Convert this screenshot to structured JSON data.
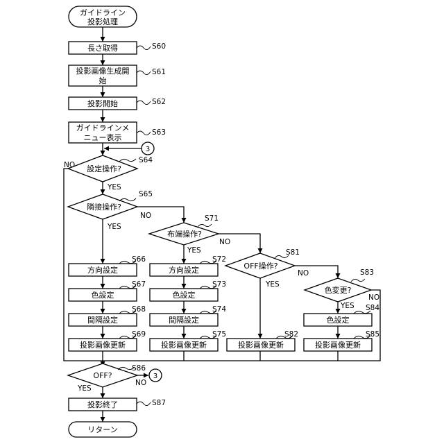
{
  "start": {
    "line1": "ガイドライン",
    "line2": "投影処理"
  },
  "end": {
    "label": "リターン"
  },
  "connector": {
    "label": "3"
  },
  "branch": {
    "yes": "YES",
    "no": "NO"
  },
  "steps": {
    "s60": {
      "id": "S60",
      "label": "長さ取得"
    },
    "s61": {
      "id": "S61",
      "line1": "投影画像生成開",
      "line2": "始"
    },
    "s62": {
      "id": "S62",
      "label": "投影開始"
    },
    "s63": {
      "id": "S63",
      "line1": "ガイドラインメ",
      "line2": "ニュー表示"
    },
    "s64": {
      "id": "S64",
      "label": "設定操作?"
    },
    "s65": {
      "id": "S65",
      "label": "隣接操作?"
    },
    "s66": {
      "id": "S66",
      "label": "方向設定"
    },
    "s67": {
      "id": "S67",
      "label": "色設定"
    },
    "s68": {
      "id": "S68",
      "label": "間隔設定"
    },
    "s69": {
      "id": "S69",
      "label": "投影画像更新"
    },
    "s71": {
      "id": "S71",
      "label": "布端操作?"
    },
    "s72": {
      "id": "S72",
      "label": "方向設定"
    },
    "s73": {
      "id": "S73",
      "label": "色設定"
    },
    "s74": {
      "id": "S74",
      "label": "間隔設定"
    },
    "s75": {
      "id": "S75",
      "label": "投影画像更新"
    },
    "s81": {
      "id": "S81",
      "label": "OFF操作?"
    },
    "s82": {
      "id": "S82",
      "label": "投影画像更新"
    },
    "s83": {
      "id": "S83",
      "label": "色変更?"
    },
    "s84": {
      "id": "S84",
      "label": "色設定"
    },
    "s85": {
      "id": "S85",
      "label": "投影画像更新"
    },
    "s86": {
      "id": "S86",
      "label": "OFF?"
    },
    "s87": {
      "id": "S87",
      "label": "投影終了"
    }
  }
}
